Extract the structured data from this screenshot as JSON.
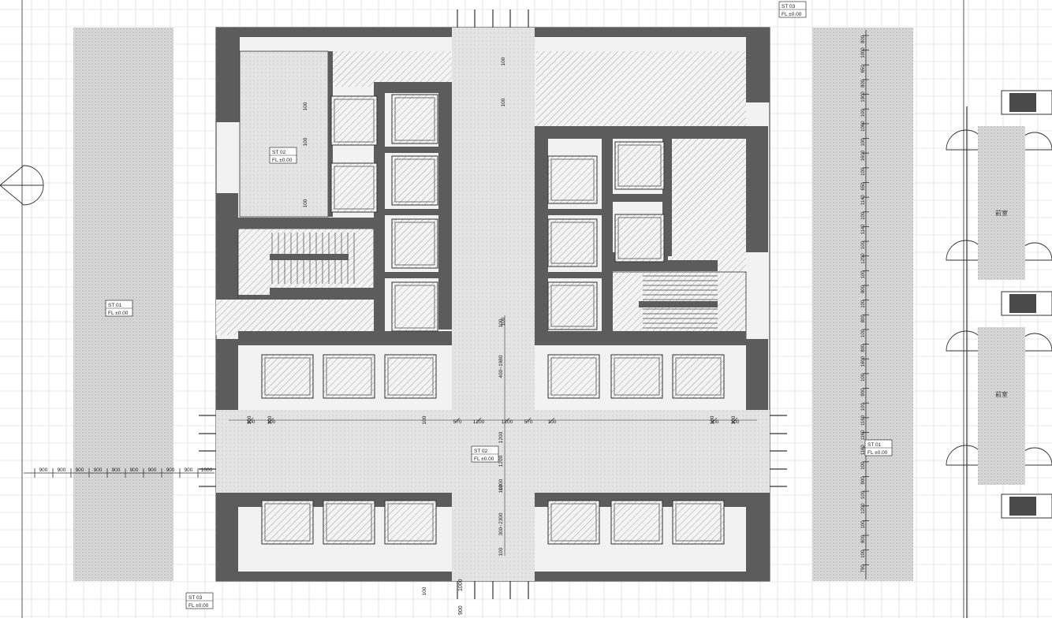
{
  "colors": {
    "wall": "#5c5c5c",
    "wall_dark": "#4a4a4a",
    "floor_dots": "#c6c6c6",
    "corridor": "#cfcfcf",
    "hatch": "#7a7a7a",
    "grid": "#c8c8c8",
    "line": "#333333",
    "paper": "#ffffff"
  },
  "room_tags": [
    {
      "id": "tag-top-right",
      "line1": "ST 03",
      "line2": "FL ±0.00"
    },
    {
      "id": "tag-left-core",
      "line1": "ST 02",
      "line2": "FL ±0.00"
    },
    {
      "id": "tag-center",
      "line1": "ST 02",
      "line2": "FL ±0.00"
    },
    {
      "id": "tag-bottom",
      "line1": "ST 03",
      "line2": "FL ±0.00"
    },
    {
      "id": "tag-left-band",
      "line1": "ST 01",
      "line2": "FL ±0.00"
    },
    {
      "id": "tag-right-band",
      "line1": "ST 01",
      "line2": "FL ±0.00"
    }
  ],
  "bottom_left_dims": [
    "900",
    "900",
    "900",
    "900",
    "900",
    "900",
    "900",
    "900",
    "900",
    "1000"
  ],
  "right_dims": [
    "800",
    "1000",
    "650",
    "800",
    "1900",
    "100",
    "1060",
    "100",
    "1600",
    "100",
    "650",
    "1140",
    "100",
    "1140",
    "100",
    "1290",
    "100",
    "800",
    "100",
    "800",
    "100",
    "800",
    "1600",
    "100",
    "900",
    "100",
    "1160",
    "1160",
    "1160",
    "100",
    "900",
    "100",
    "1200",
    "100",
    "800",
    "100",
    "790"
  ],
  "center_horizontal_dims": [
    "100",
    "100",
    "570",
    "1200",
    "1200",
    "570",
    "100",
    "100",
    "100"
  ],
  "center_vertical_dims": [
    "400~1980",
    "1200",
    "1200",
    "1200",
    "300~2300",
    "100",
    "100",
    "100"
  ],
  "small_labels": [
    "100",
    "100",
    "100",
    "100",
    "100",
    "100",
    "100",
    "100",
    "100",
    "100",
    "100",
    "100"
  ],
  "bottom_dims": [
    "1000",
    "900"
  ],
  "right_room_labels": [
    "前室",
    "前室"
  ]
}
